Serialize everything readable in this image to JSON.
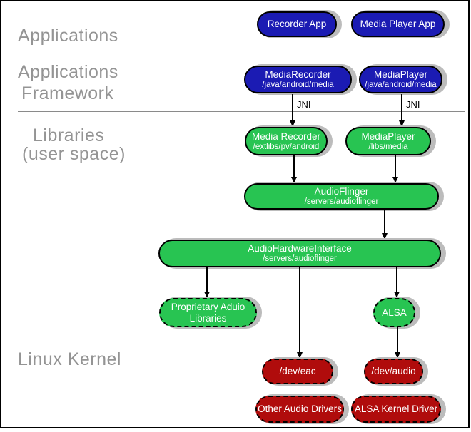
{
  "sections": {
    "applications": {
      "label": "Applications"
    },
    "applications_framework": {
      "line1": "Applications",
      "line2": "Framework"
    },
    "libraries": {
      "line1": "Libraries",
      "line2": "(user space)"
    },
    "linux_kernel": {
      "label": "Linux Kernel"
    }
  },
  "edge_labels": {
    "jni": "JNI"
  },
  "nodes": {
    "recorder_app": {
      "title": "Recorder App"
    },
    "media_player_app": {
      "title": "Media Player App"
    },
    "media_recorder_fw": {
      "title": "MediaRecorder",
      "subtitle": "/java/android/media"
    },
    "media_player_fw": {
      "title": "MediaPlayer",
      "subtitle": "/java/android/media"
    },
    "media_recorder_lib": {
      "title": "Media Recorder",
      "subtitle": "/extlibs/pv/android"
    },
    "media_player_lib": {
      "title": "MediaPlayer",
      "subtitle": "/libs/media"
    },
    "audio_flinger": {
      "title": "AudioFlinger",
      "subtitle": "/servers/audioflinger"
    },
    "audio_hardware_interface": {
      "title": "AudioHardwareInterface",
      "subtitle": "/servers/audioflinger"
    },
    "proprietary_audio_libraries": {
      "title": "Proprietary Aduio",
      "title2": "Libraries"
    },
    "alsa": {
      "title": "ALSA"
    },
    "dev_eac": {
      "title": "/dev/eac"
    },
    "dev_audio": {
      "title": "/dev/audio"
    },
    "other_audio_drivers": {
      "title": "Other Audio Drivers"
    },
    "alsa_kernel_driver": {
      "title": "ALSA Kernel Driver"
    }
  },
  "colors": {
    "app_blue": "#1b1bb3",
    "lib_green": "#28c452",
    "kernel_red": "#b00c0c",
    "shadow_gray": "#bcbcbc",
    "section_label_gray": "#949494",
    "node_text": "#ffffff",
    "edge_black": "#000000"
  }
}
